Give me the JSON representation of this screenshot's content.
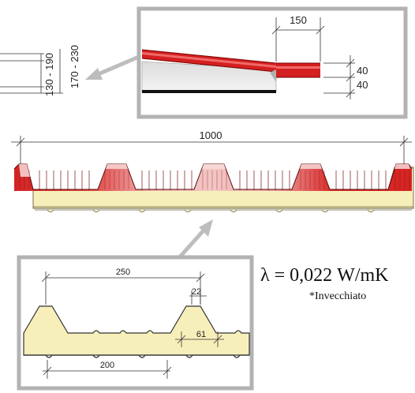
{
  "dimensions": {
    "top_left_outer": "170 - 230",
    "top_left_inner": "130 - 190",
    "joint_overlap": "150",
    "joint_upper_thickness": "40",
    "joint_lower_thickness": "40",
    "panel_width": "1000",
    "detail_pitch": "250",
    "detail_crown": "22",
    "detail_base": "61",
    "detail_rib_spacing": "200"
  },
  "thermal": {
    "formula": "λ = 0,022 W/mK",
    "note": "*Invecchiato"
  },
  "colors": {
    "red": "#d42020",
    "light_red": "#f0b8b8",
    "insulation": "#f7efba",
    "frame_gray": "#b3b3b3",
    "arrow_gray": "#bdbdbd"
  }
}
